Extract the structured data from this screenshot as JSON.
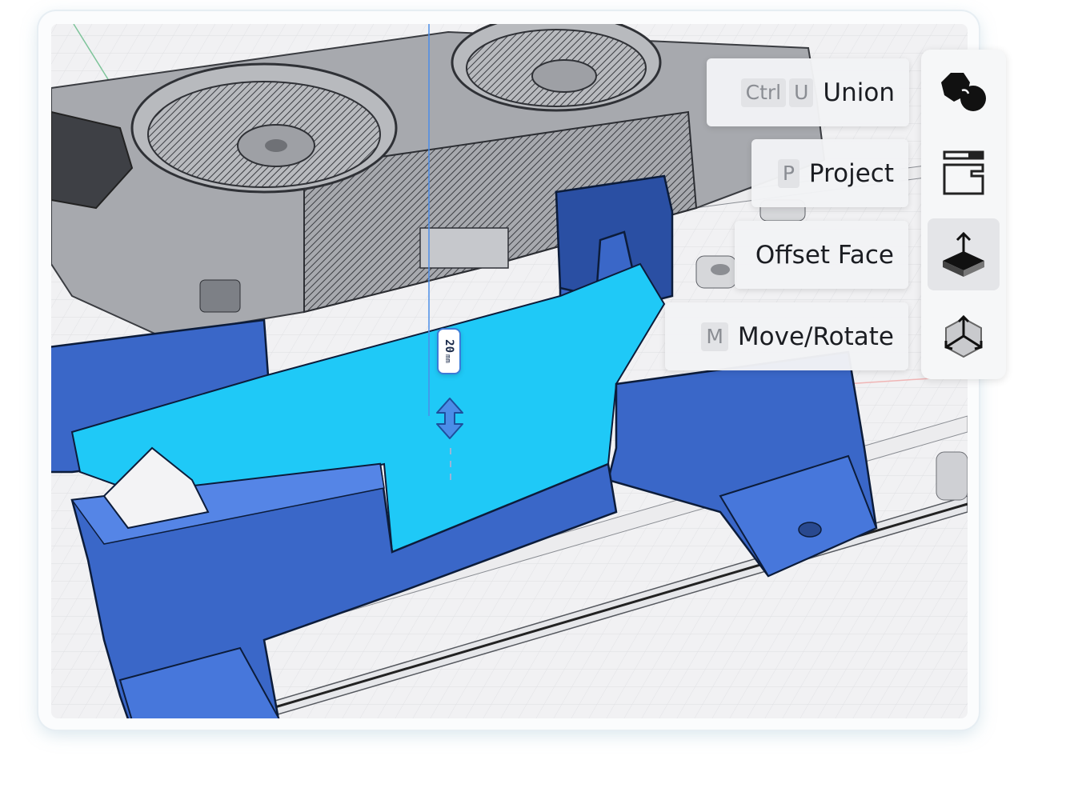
{
  "dimension": {
    "value": "20",
    "unit": "mm"
  },
  "tools": [
    {
      "id": "union",
      "label": "Union",
      "shortcut": [
        "Ctrl",
        "U"
      ],
      "icon": "union-icon",
      "active": false
    },
    {
      "id": "project",
      "label": "Project",
      "shortcut": [
        "P"
      ],
      "icon": "project-icon",
      "active": false
    },
    {
      "id": "offset-face",
      "label": "Offset Face",
      "shortcut": [],
      "icon": "offset-face-icon",
      "active": true
    },
    {
      "id": "move-rotate",
      "label": "Move/Rotate",
      "shortcut": [
        "M"
      ],
      "icon": "move-rotate-icon",
      "active": false
    }
  ],
  "colors": {
    "selected_part": "#3a67c8",
    "selected_face": "#1fc9f7",
    "ghost_part": "#6d6f75",
    "accent": "#3b7bd8"
  }
}
